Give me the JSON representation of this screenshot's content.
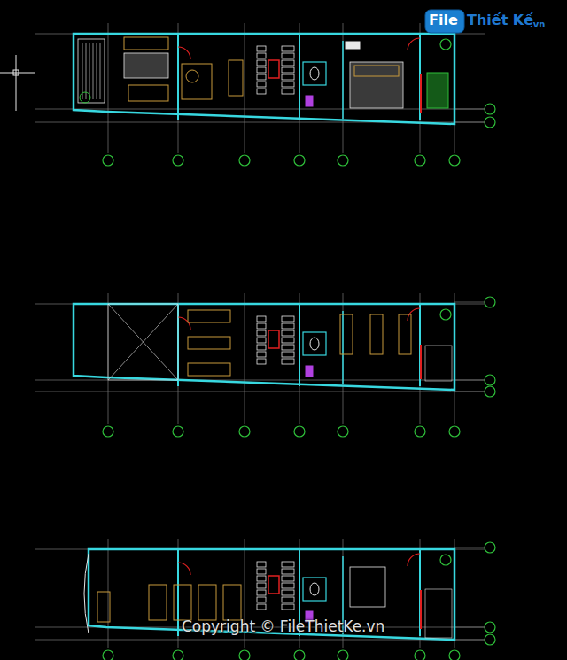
{
  "diagram": {
    "labels": [
      "File",
      "Thiết Kế",
      ".vn",
      "Copyright © FileThietKe.vn"
    ]
  }
}
